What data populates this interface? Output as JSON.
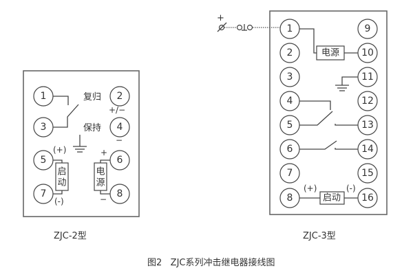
{
  "zjc2": {
    "caption": "ZJC-2型",
    "terminals": [
      "1",
      "2",
      "3",
      "4",
      "5",
      "6",
      "7",
      "8"
    ],
    "label_reset": "复归",
    "label_hold": "保持",
    "label_pm": "+/−",
    "label_minus_4": "−",
    "label_plus_5": "(+)",
    "label_minus_7": "(-)",
    "label_plus_6": "+",
    "label_minus_8": "−",
    "start_char1": "启",
    "start_char2": "动",
    "power_char1": "电",
    "power_char2": "源"
  },
  "zjc3": {
    "caption": "ZJC-3型",
    "terminals": [
      "1",
      "2",
      "3",
      "4",
      "5",
      "6",
      "7",
      "8",
      "9",
      "10",
      "11",
      "12",
      "13",
      "14",
      "15",
      "16"
    ],
    "power_label": "电源",
    "start_label": "启动",
    "label_plus_8": "(+)",
    "label_minus_16": "(-)",
    "input_plus": "+"
  },
  "figure_caption": "图2   ZJC系列冲击继电器接线图"
}
